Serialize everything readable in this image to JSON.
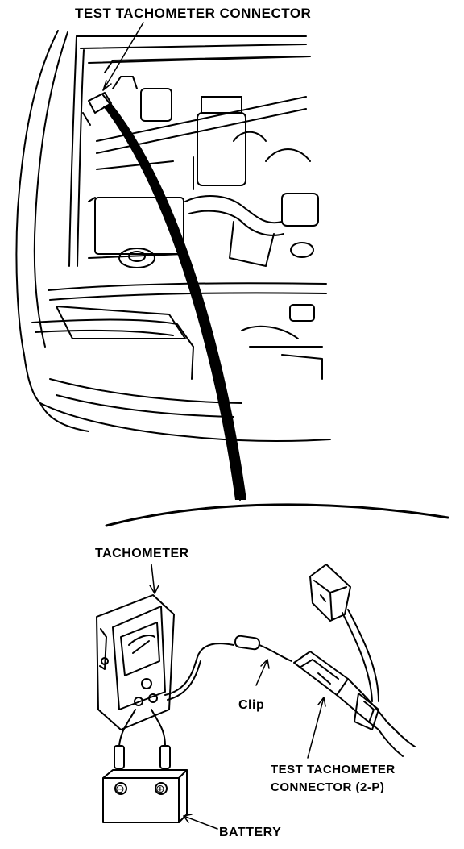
{
  "labels": {
    "top_connector": "TEST TACHOMETER CONNECTOR",
    "tachometer": "TACHOMETER",
    "clip": "Clip",
    "bottom_connector_line1": "TEST TACHOMETER",
    "bottom_connector_line2": "CONNECTOR (2-P)",
    "battery": "BATTERY"
  },
  "battery_terminals": {
    "negative": "⊖",
    "positive": "⊕"
  },
  "colors": {
    "ink": "#000000",
    "paper": "#ffffff"
  }
}
